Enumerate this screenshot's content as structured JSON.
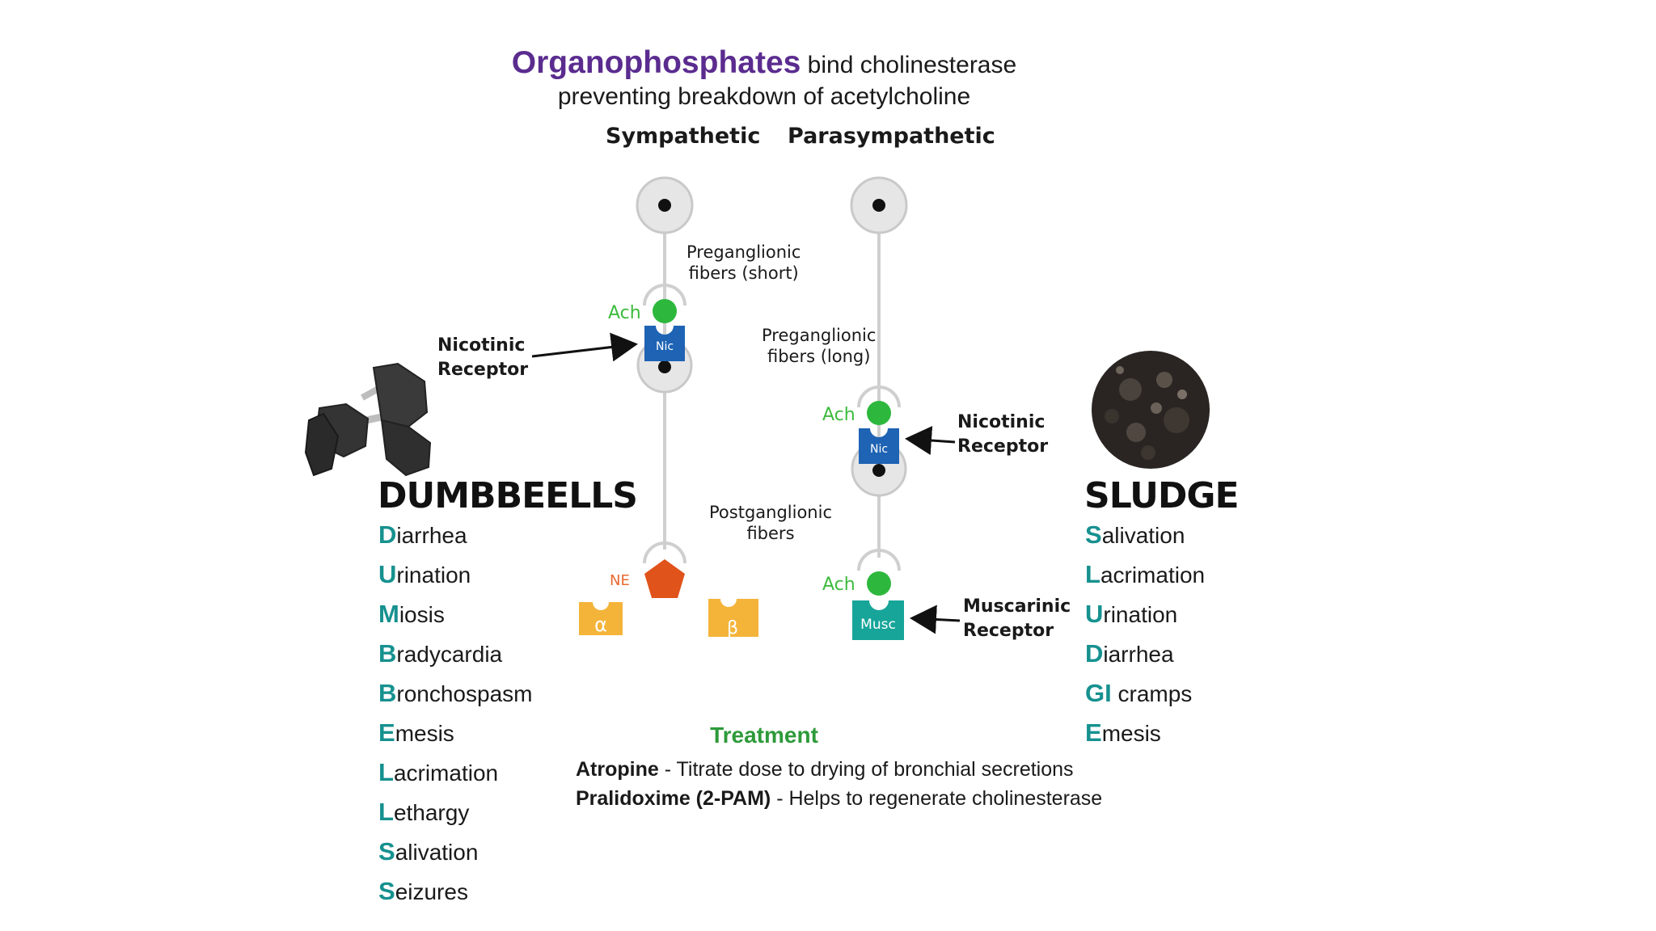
{
  "title": {
    "highlight": "Organophosphates",
    "rest": " bind cholinesterase",
    "line2": "preventing breakdown of acetylcholine"
  },
  "columns": {
    "sympathetic": "Sympathetic",
    "parasympathetic": "Parasympathetic"
  },
  "labels": {
    "preganglionic_short": [
      "Preganglionic",
      "fibers (short)"
    ],
    "preganglionic_long": [
      "Preganglionic",
      "fibers (long)"
    ],
    "postganglionic": [
      "Postganglionic",
      "fibers"
    ],
    "nicotinic_receptor": [
      "Nicotinic",
      "Receptor"
    ],
    "muscarinic_receptor": [
      "Muscarinic",
      "Receptor"
    ]
  },
  "neurotransmitters": {
    "ach": "Ach",
    "ne": "NE"
  },
  "receptors": {
    "nic": "Nic",
    "musc": "Musc",
    "alpha": "α",
    "beta": "β"
  },
  "colors": {
    "title_purple": "#5b2c8f",
    "ach_green": "#2db83d",
    "nic_blue": "#1e63b4",
    "musc_teal": "#17a59a",
    "ne_orange": "#e0531a",
    "adrenergic_yellow": "#f4b43a",
    "mnemonic_teal": "#16918f",
    "treatment_green": "#2e9a3a"
  },
  "dumbbeells": {
    "title": "DUMBBEELLS",
    "items": [
      {
        "first": "D",
        "rest": "iarrhea"
      },
      {
        "first": "U",
        "rest": "rination"
      },
      {
        "first": "M",
        "rest": "iosis"
      },
      {
        "first": "B",
        "rest": "radycardia"
      },
      {
        "first": "B",
        "rest": "ronchospasm"
      },
      {
        "first": "E",
        "rest": "mesis"
      },
      {
        "first": "L",
        "rest": "acrimation"
      },
      {
        "first": "L",
        "rest": "ethargy"
      },
      {
        "first": "S",
        "rest": "alivation"
      },
      {
        "first": "S",
        "rest": "eizures"
      }
    ]
  },
  "sludge": {
    "title": "SLUDGE",
    "items": [
      {
        "first": "S",
        "rest": "alivation"
      },
      {
        "first": "L",
        "rest": "acrimation"
      },
      {
        "first": "U",
        "rest": "rination"
      },
      {
        "first": "D",
        "rest": "iarrhea"
      },
      {
        "first": "GI",
        "rest": " cramps"
      },
      {
        "first": "E",
        "rest": "mesis"
      }
    ]
  },
  "treatment": {
    "title": "Treatment",
    "lines": [
      {
        "drug": "Atropine",
        "desc": " - Titrate dose to drying of bronchial secretions"
      },
      {
        "drug": "Pralidoxime (2-PAM)",
        "desc": " - Helps to regenerate cholinesterase"
      }
    ]
  }
}
